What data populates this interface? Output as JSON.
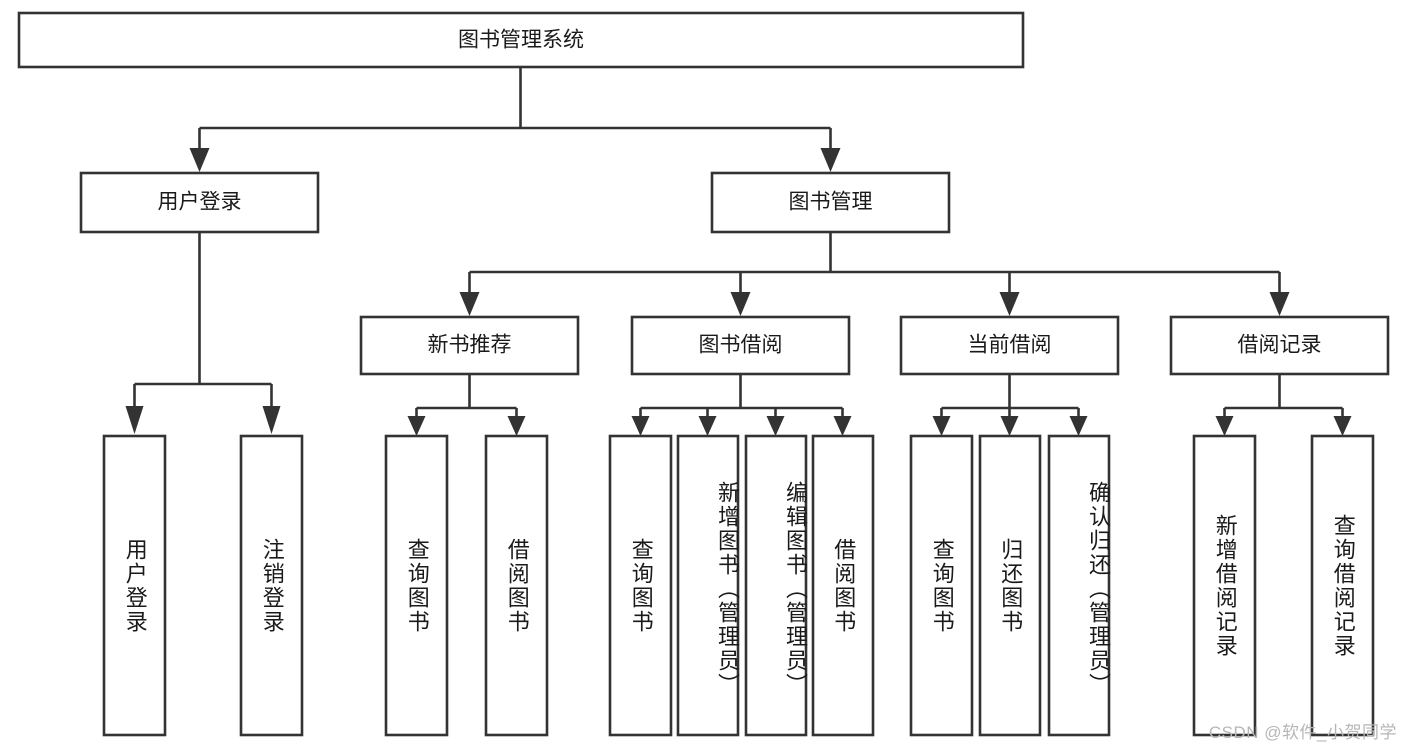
{
  "diagram": {
    "type": "tree",
    "title": "图书管理系统",
    "root": {
      "id": "root",
      "label": "图书管理系统",
      "orientation": "horizontal"
    },
    "level2": [
      {
        "id": "user-login",
        "label": "用户登录",
        "orientation": "horizontal"
      },
      {
        "id": "book-management",
        "label": "图书管理",
        "orientation": "horizontal"
      }
    ],
    "level3": [
      {
        "id": "new-book-recommend",
        "label": "新书推荐",
        "orientation": "horizontal",
        "parent": "book-management"
      },
      {
        "id": "book-borrow",
        "label": "图书借阅",
        "orientation": "horizontal",
        "parent": "book-management"
      },
      {
        "id": "current-borrow",
        "label": "当前借阅",
        "orientation": "horizontal",
        "parent": "book-management"
      },
      {
        "id": "borrow-record",
        "label": "借阅记录",
        "orientation": "horizontal",
        "parent": "book-management"
      }
    ],
    "leaves": [
      {
        "id": "leaf-user-login",
        "label": "用户登录",
        "orientation": "vertical",
        "parent": "user-login"
      },
      {
        "id": "leaf-user-logout",
        "label": "注销登录",
        "orientation": "vertical",
        "parent": "user-login"
      },
      {
        "id": "leaf-query-book-1",
        "label": "查询图书",
        "orientation": "vertical",
        "parent": "new-book-recommend"
      },
      {
        "id": "leaf-borrow-book-1",
        "label": "借阅图书",
        "orientation": "vertical",
        "parent": "new-book-recommend"
      },
      {
        "id": "leaf-query-book-2",
        "label": "查询图书",
        "orientation": "vertical",
        "parent": "book-borrow"
      },
      {
        "id": "leaf-add-book",
        "label": "新增图书（管理员）",
        "orientation": "vertical",
        "parent": "book-borrow"
      },
      {
        "id": "leaf-edit-book",
        "label": "编辑图书（管理员）",
        "orientation": "vertical",
        "parent": "book-borrow"
      },
      {
        "id": "leaf-borrow-book-2",
        "label": "借阅图书",
        "orientation": "vertical",
        "parent": "book-borrow"
      },
      {
        "id": "leaf-query-book-3",
        "label": "查询图书",
        "orientation": "vertical",
        "parent": "current-borrow"
      },
      {
        "id": "leaf-return-book",
        "label": "归还图书",
        "orientation": "vertical",
        "parent": "current-borrow"
      },
      {
        "id": "leaf-confirm-return",
        "label": "确认归还（管理员）",
        "orientation": "vertical",
        "parent": "current-borrow"
      },
      {
        "id": "leaf-add-record",
        "label": "新增借阅记录",
        "orientation": "vertical",
        "parent": "borrow-record"
      },
      {
        "id": "leaf-query-record",
        "label": "查询借阅记录",
        "orientation": "vertical",
        "parent": "borrow-record"
      }
    ],
    "colors": {
      "box_stroke": "#333333",
      "box_fill": "#ffffff",
      "text": "#1a1a1a",
      "connector": "#333333",
      "watermark": "#b6b6b6",
      "background": "#ffffff"
    }
  },
  "watermark": {
    "text": "CSDN @软件_小贺同学"
  }
}
